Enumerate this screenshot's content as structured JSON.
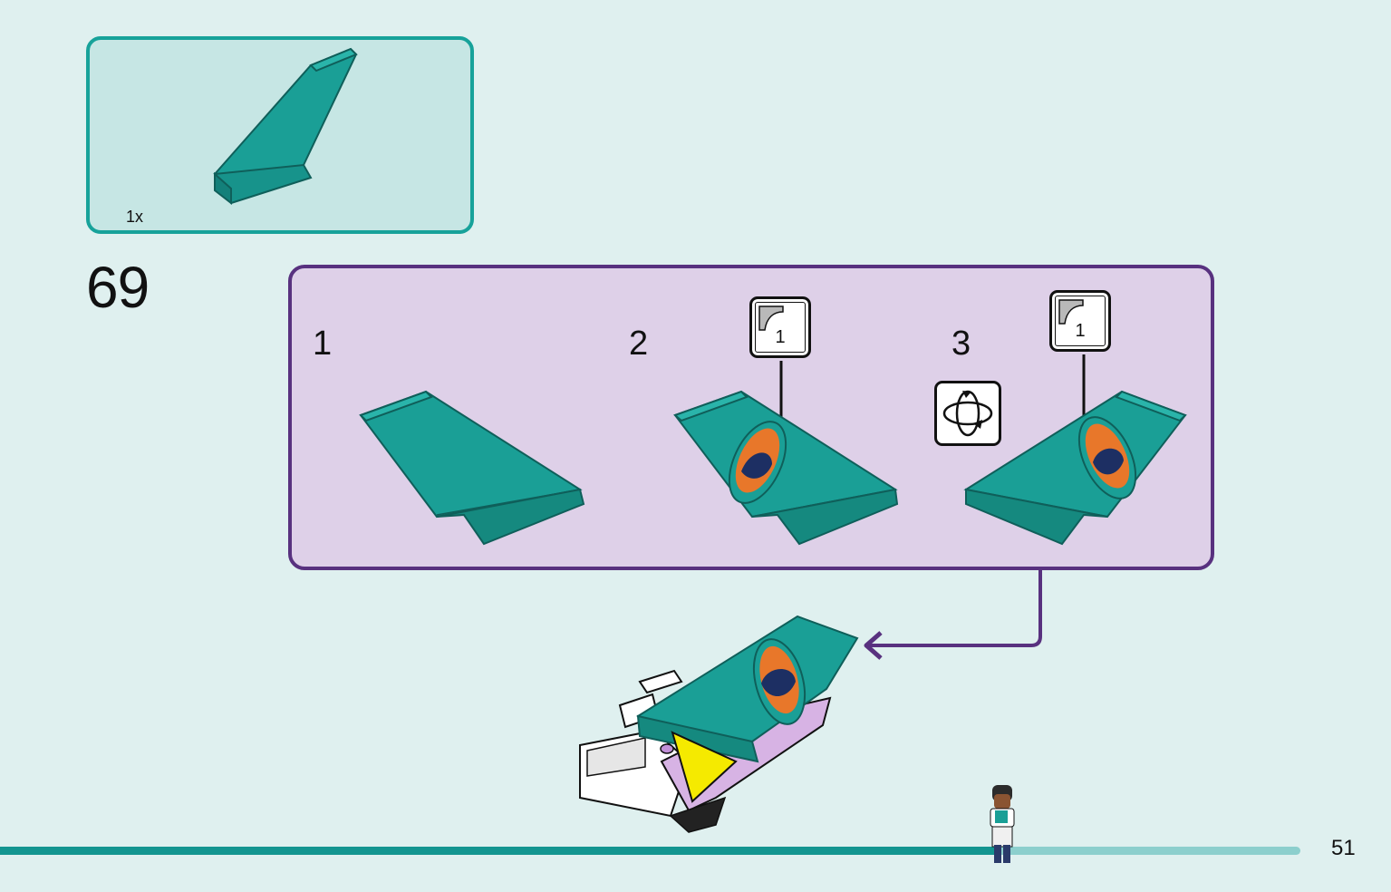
{
  "parts_list": {
    "quantity": "1x",
    "part": "teal-tail-fin"
  },
  "step": {
    "number": "69"
  },
  "substeps": [
    {
      "label": "1"
    },
    {
      "label": "2",
      "sticker": "1"
    },
    {
      "label": "3",
      "sticker": "1",
      "icon": "rotate-icon"
    }
  ],
  "page": {
    "number": "51"
  },
  "colors": {
    "teal": "#1a9f96",
    "teal_dark": "#137a73",
    "purple": "#58317f",
    "lavender": "#ded0e8",
    "orange": "#e8772a",
    "navy": "#1d2f63",
    "progress_teal": "#139590",
    "progress_light": "#8ccfcd",
    "yellow": "#f5ea00"
  },
  "progress": {
    "fraction": 0.77
  }
}
